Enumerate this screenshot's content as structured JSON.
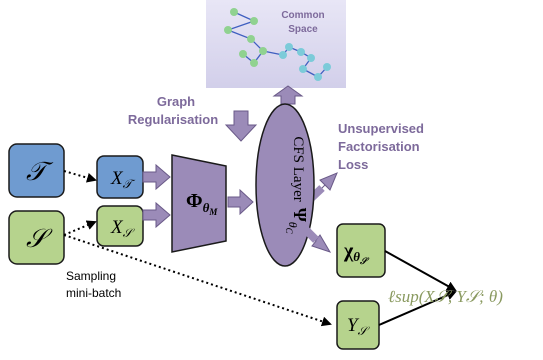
{
  "common_space": {
    "label_line1": "Common",
    "label_line2": "Space",
    "bg_color": "#dcdaf0"
  },
  "graph_reg": {
    "line1": "Graph",
    "line2": "Regularisation"
  },
  "unsup_loss": {
    "line1": "Unsupervised",
    "line2": "Factorisation",
    "line3": "Loss"
  },
  "sampling": {
    "line1": "Sampling",
    "line2": "mini-batch"
  },
  "domains": {
    "target_symbol": "𝒯",
    "source_symbol": "𝒮"
  },
  "batches": {
    "x_target_main": "X",
    "x_target_sub": "𝒯",
    "x_source_main": "X",
    "x_source_sub": "𝒮"
  },
  "encoder": {
    "symbol": "Φ",
    "sub1": "θ",
    "sub2": "M"
  },
  "cfs_layer": {
    "label": "CFS Layer",
    "psi_symbol": "Ψ",
    "psi_sub1": "θ",
    "psi_sub2": "C"
  },
  "classifier": {
    "symbol": "χ",
    "sub1": "θ",
    "sub2": "𝒮"
  },
  "labels_box": {
    "main": "Y",
    "sub": "𝒮"
  },
  "loss": {
    "text": "ℓsup(X𝒮, Y𝒮; θ)",
    "color": "#8a9a60"
  },
  "colors": {
    "purple": "#9b8bb8",
    "purple_text": "#7d6a9b",
    "blue": "#6f9bd0",
    "green": "#b6d38d",
    "green_node": "#8fd08f",
    "cyan_node": "#7ccbd9",
    "edge_blue": "#3f5fc0"
  }
}
